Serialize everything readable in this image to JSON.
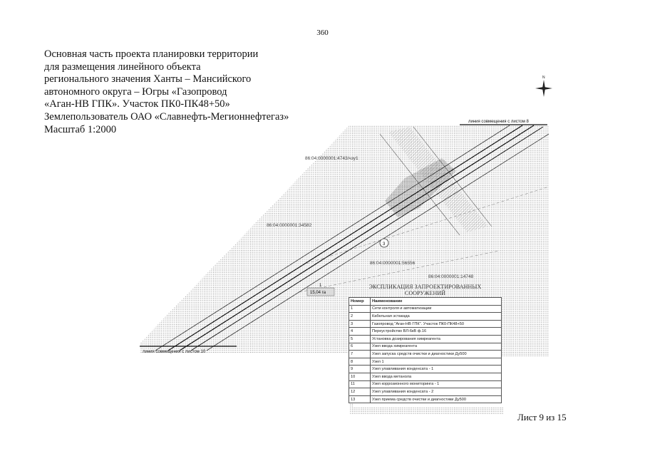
{
  "page_number": "360",
  "title_lines": [
    "Основная часть проекта планировки территории",
    "для размещения линейного объекта",
    "регионального значения Ханты – Мансийского",
    "автономного округа – Югры «Газопровод",
    "«Аган-НВ ГПК». Участок ПК0-ПК48+50»",
    "Землепользователь ОАО «Славнефть-Мегионнефтегаз»",
    "Масштаб 1:2000"
  ],
  "north_label": "N",
  "plan_labels": {
    "match_line_top": "линия совмещения с листом 8",
    "match_line_bottom": "линия совмещения с листом 10",
    "parcel_1": "86:04:0000001:4743/чзу1",
    "parcel_2": "86:04:0000001:34582",
    "parcel_3": "86:04:0000001:56556",
    "parcel_4": "86:04:0000001:14748",
    "circle_3": "3",
    "area_number": "1",
    "area_value": "15,04 га"
  },
  "legend": {
    "title": "ЭКСПЛИКАЦИЯ ЗАПРОЕКТИРОВАННЫХ СООРУЖЕНИЙ",
    "headers": [
      "Номер",
      "Наименование"
    ],
    "rows": [
      [
        "1",
        "Сети контроля и  автоматизации"
      ],
      [
        "2",
        "Кабельная эстакада"
      ],
      [
        "3",
        "Газопровод \"Аган-НВ ГПК\". Участок ПК0-ПК48+50"
      ],
      [
        "4",
        "Переустройство ВЛ-6кВ ф.16"
      ],
      [
        "5",
        "Установка дозирования химреагента"
      ],
      [
        "6",
        "Узел ввода химреагента"
      ],
      [
        "7",
        "Узел запуска средств очистки и диагностики Ду500"
      ],
      [
        "8",
        "Узел 1"
      ],
      [
        "9",
        "Узел улавливания конденсата - 1"
      ],
      [
        "10",
        "Узел ввода метанола"
      ],
      [
        "11",
        "Узел коррозионного мониторинга - 1"
      ],
      [
        "12",
        "Узел улавливания конденсата - 2"
      ],
      [
        "13",
        "Узел приема средств очистки и диагностики Ду500"
      ]
    ]
  },
  "sheet_label": "Лист 9 из 15"
}
